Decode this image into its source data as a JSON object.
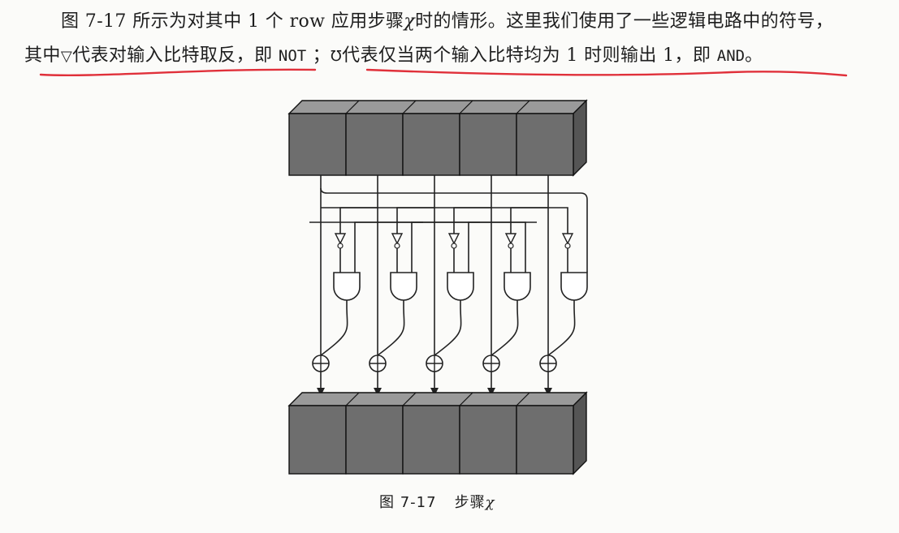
{
  "paragraph": {
    "line1_text": "图 7-17 所示为对其中 1 个 row 应用步骤",
    "line1_symbol": "χ",
    "line1_rest": "时的情形。这里我们使用了一些逻辑电路中的符号，",
    "line2_a": "其中",
    "not_symbol": "▽",
    "line2_b": "代表对输入比特取反，即",
    "not_code": "NOT",
    "line2_c": "；",
    "and_symbol": "Ʊ",
    "line2_d": "代表仅当两个输入比特均为 1 时则输出 1，即",
    "and_code": "AND",
    "line2_e": "。"
  },
  "figure": {
    "caption_number": "图 7-17",
    "caption_title": "步骤",
    "caption_symbol": "χ",
    "columns": 5
  },
  "colors": {
    "underline": "#e0303a",
    "cell_front": "#6e6e6e",
    "cell_top": "#9a9a9a",
    "cell_side": "#555555",
    "wire": "#222222"
  }
}
